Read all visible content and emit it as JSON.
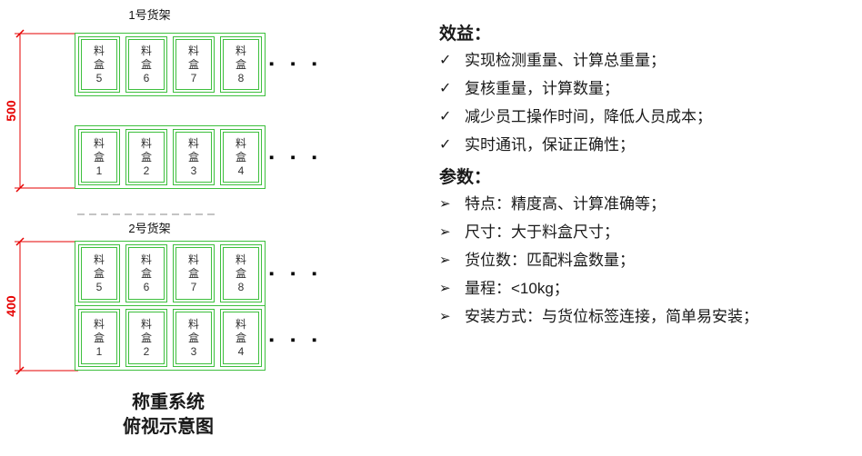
{
  "colors": {
    "green": "#3dbf3d",
    "red": "#e60000"
  },
  "diagram": {
    "shelf1": {
      "title": "1号货架",
      "dimension_label": "500",
      "top_row": [
        "料盒5",
        "料盒6",
        "料盒7",
        "料盒8"
      ],
      "bottom_row": [
        "料盒1",
        "料盒2",
        "料盒3",
        "料盒4"
      ]
    },
    "shelf2": {
      "title": "2号货架",
      "dimension_label": "400",
      "top_row": [
        "料盒5",
        "料盒6",
        "料盒7",
        "料盒8"
      ],
      "bottom_row": [
        "料盒1",
        "料盒2",
        "料盒3",
        "料盒4"
      ]
    },
    "ellipsis": "▪ ▪ ▪",
    "caption": {
      "line1": "称重系统",
      "line2": "俯视示意图"
    }
  },
  "panel": {
    "benefits": {
      "heading": "效益：",
      "marker": "✓",
      "items": [
        "实现检测重量、计算总重量；",
        "复核重量，计算数量；",
        "减少员工操作时间，降低人员成本；",
        "实时通讯，保证正确性；"
      ]
    },
    "params": {
      "heading": "参数：",
      "marker": "➢",
      "items": [
        "特点：精度高、计算准确等；",
        "尺寸：大于料盒尺寸；",
        "货位数：匹配料盒数量；",
        "量程：<10kg；",
        "安装方式：与货位标签连接，简单易安装；"
      ]
    }
  }
}
